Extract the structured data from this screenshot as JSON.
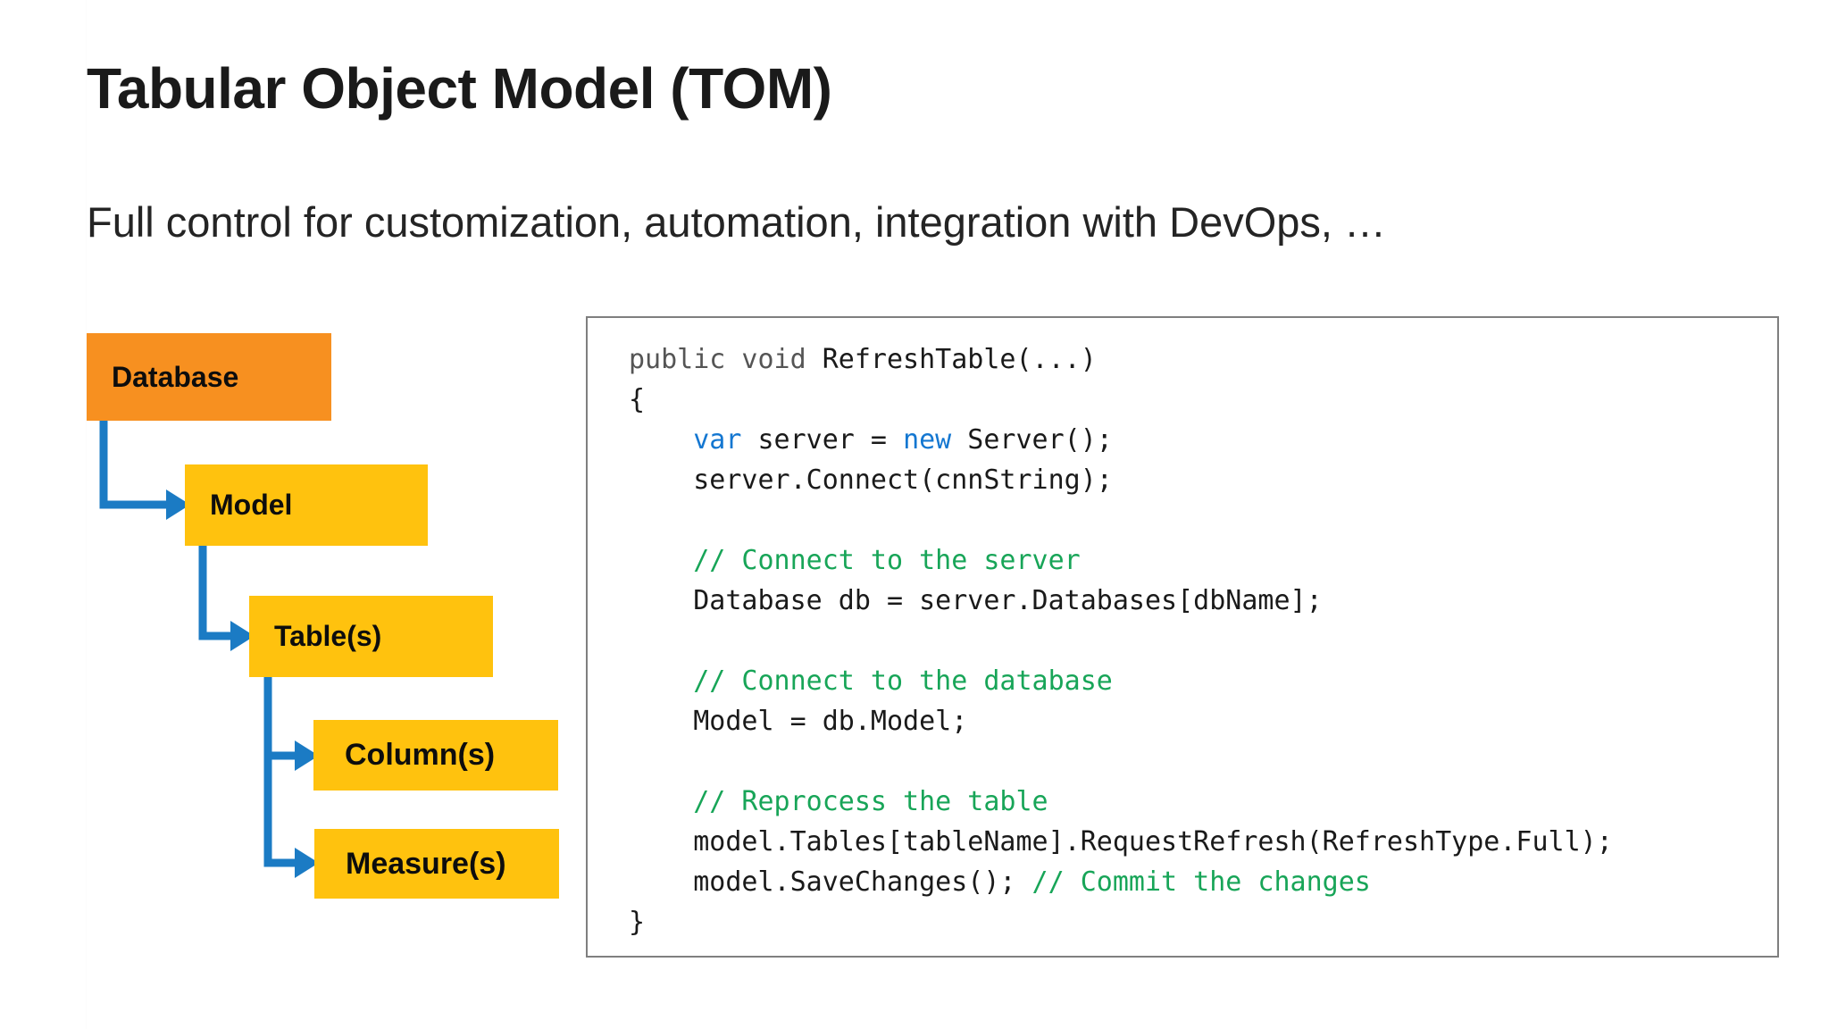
{
  "slide": {
    "title": "Tabular Object Model (TOM)",
    "subtitle": "Full control for customization, automation, integration with DevOps, …"
  },
  "colors": {
    "database_fill": "#F79020",
    "node_fill": "#FFC20E",
    "arrow": "#1B7BC4",
    "comment_green": "#18A558",
    "keyword_blue": "#1477D1",
    "mute_gray": "#555555",
    "panel_border": "#7f7f7f"
  },
  "diagram": {
    "nodes": [
      {
        "id": "database",
        "label": "Database"
      },
      {
        "id": "model",
        "label": "Model"
      },
      {
        "id": "table",
        "label": "Table(s)"
      },
      {
        "id": "column",
        "label": "Column(s)"
      },
      {
        "id": "measure",
        "label": "Measure(s)"
      }
    ],
    "edges": [
      {
        "from": "database",
        "to": "model"
      },
      {
        "from": "model",
        "to": "table"
      },
      {
        "from": "table",
        "to": "column"
      },
      {
        "from": "table",
        "to": "measure"
      }
    ]
  },
  "code": {
    "language": "csharp",
    "lines": [
      {
        "segments": [
          {
            "text": "public void ",
            "style": "mute"
          },
          {
            "text": "RefreshTable(...)",
            "style": "plain"
          }
        ]
      },
      {
        "segments": [
          {
            "text": "{",
            "style": "plain"
          }
        ]
      },
      {
        "segments": [
          {
            "text": "    ",
            "style": "plain"
          },
          {
            "text": "var",
            "style": "kw"
          },
          {
            "text": " server = ",
            "style": "plain"
          },
          {
            "text": "new",
            "style": "kw"
          },
          {
            "text": " Server();",
            "style": "plain"
          }
        ]
      },
      {
        "segments": [
          {
            "text": "    server.Connect(cnnString);",
            "style": "plain"
          }
        ]
      },
      {
        "segments": [
          {
            "text": "",
            "style": "plain"
          }
        ]
      },
      {
        "segments": [
          {
            "text": "    ",
            "style": "plain"
          },
          {
            "text": "// Connect to the server",
            "style": "cmt"
          }
        ]
      },
      {
        "segments": [
          {
            "text": "    Database db = server.Databases[dbName];",
            "style": "plain"
          }
        ]
      },
      {
        "segments": [
          {
            "text": "",
            "style": "plain"
          }
        ]
      },
      {
        "segments": [
          {
            "text": "    ",
            "style": "plain"
          },
          {
            "text": "// Connect to the database",
            "style": "cmt"
          }
        ]
      },
      {
        "segments": [
          {
            "text": "    Model = db.Model;",
            "style": "plain"
          }
        ]
      },
      {
        "segments": [
          {
            "text": "",
            "style": "plain"
          }
        ]
      },
      {
        "segments": [
          {
            "text": "    ",
            "style": "plain"
          },
          {
            "text": "// Reprocess the table",
            "style": "cmt"
          }
        ]
      },
      {
        "segments": [
          {
            "text": "    model.Tables[tableName].RequestRefresh(RefreshType.Full);",
            "style": "plain"
          }
        ]
      },
      {
        "segments": [
          {
            "text": "    model.SaveChanges(); ",
            "style": "plain"
          },
          {
            "text": "// Commit the changes",
            "style": "cmt"
          }
        ]
      },
      {
        "segments": [
          {
            "text": "}",
            "style": "plain"
          }
        ]
      }
    ]
  }
}
